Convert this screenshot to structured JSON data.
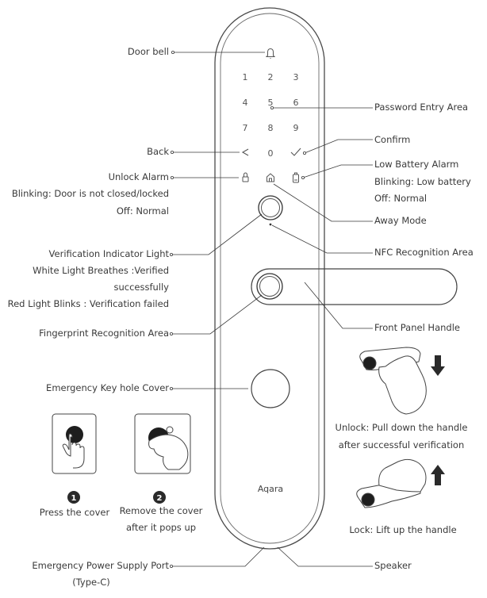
{
  "brand": "Aqara",
  "keypad": {
    "doorbell_icon": "bell-icon",
    "rows": [
      [
        "1",
        "2",
        "3"
      ],
      [
        "4",
        "5",
        "6"
      ],
      [
        "7",
        "8",
        "9"
      ]
    ],
    "bottom_row": {
      "back_icon": "chevron-left-icon",
      "center": "0",
      "confirm_icon": "checkmark-icon"
    },
    "indicator_icons": [
      "lock-icon",
      "home-icon",
      "battery-icon"
    ]
  },
  "callouts": {
    "door_bell": "Door bell",
    "password_entry_area": "Password Entry Area",
    "back": "Back",
    "confirm": "Confirm",
    "unlock_alarm": [
      "Unlock Alarm",
      "Blinking: Door is not closed/locked",
      "Off: Normal"
    ],
    "low_battery_alarm": [
      "Low Battery Alarm",
      "Blinking: Low battery",
      "Off: Normal"
    ],
    "away_mode": "Away Mode",
    "verification_indicator": [
      "Verification Indicator Light",
      "White Light Breathes :Verified",
      "successfully",
      "Red Light Blinks : Verification failed"
    ],
    "nfc_recognition_area": "NFC Recognition Area",
    "fingerprint_recognition_area": "Fingerprint Recognition Area",
    "front_panel_handle": "Front Panel Handle",
    "emergency_key_hole_cover": "Emergency Key hole Cover",
    "emergency_power_supply_port": [
      "Emergency Power Supply Port",
      "(Type-C)"
    ],
    "speaker": "Speaker"
  },
  "steps": [
    {
      "number": "1",
      "text": [
        "Press the cover"
      ]
    },
    {
      "number": "2",
      "text": [
        "Remove the cover",
        "after it pops up"
      ]
    }
  ],
  "handle_actions": {
    "unlock": [
      "Unlock: Pull down the handle",
      "after successful verification"
    ],
    "lock": [
      "Lock: Lift up the handle"
    ]
  },
  "colors": {
    "line": "#3a3a3a",
    "panel_stroke": "#4a4a4a",
    "step_badge": "#2a2a2a"
  }
}
